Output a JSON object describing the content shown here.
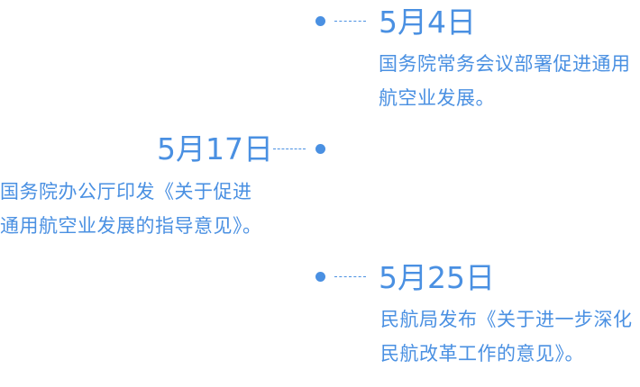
{
  "colors": {
    "accent": "#4a90e2",
    "background": "#ffffff"
  },
  "events": [
    {
      "date": "5月4日",
      "description": "国务院常务会议部署促进通用航空业发展。",
      "side": "right"
    },
    {
      "date": "5月17日",
      "description": "国务院办公厅印发《关于促进通用航空业发展的指导意见》。",
      "side": "left"
    },
    {
      "date": "5月25日",
      "description": "民航局发布《关于进一步深化民航改革工作的意见》。",
      "side": "right"
    }
  ]
}
